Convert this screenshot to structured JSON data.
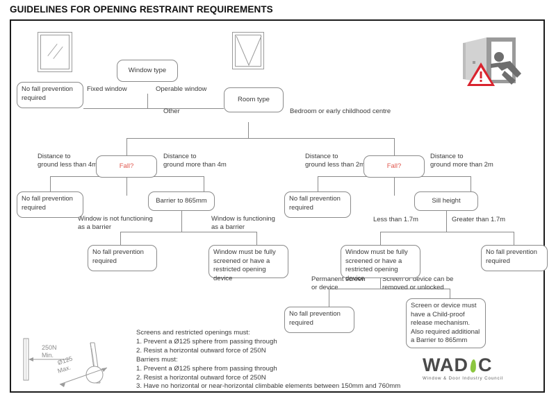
{
  "page_title": "GUIDELINES FOR OPENING RESTRAINT REQUIREMENTS",
  "colors": {
    "fall_text": "#e0584f",
    "node_border": "#8a8a8a",
    "frame_border": "#1b1b1b",
    "logo_green": "#8cc63f",
    "logo_gray": "#4a4a4a",
    "hazard_red": "#d9232e",
    "door_light": "#d2d2d2",
    "door_mid": "#9a9a9a",
    "figure_gray": "#6e6e6e"
  },
  "icons": {
    "fixed_window": "fixed-window-icon",
    "operable_window": "operable-window-icon",
    "hazard": "fall-hazard-icon",
    "force_sketch": "force-250n-sketch",
    "sphere_sketch": "sphere-125-sketch"
  },
  "nodes": {
    "window_type": "Window type",
    "room_type": "Room type",
    "no_fall_1": "No fall prevention\nrequired",
    "fall_left": "Fall?",
    "fall_right": "Fall?",
    "no_fall_2": "No fall prevention\nrequired",
    "barrier_865": "Barrier to 865mm",
    "no_fall_3": "No fall prevention\nrequired",
    "sill_height": "Sill height",
    "no_fall_4": "No fall prevention\nrequired",
    "screened_left": "Window must be fully\nscreened or have a\nrestricted opening device",
    "screened_right": "Window must be fully\nscreened or have a\nrestricted opening device",
    "no_fall_5": "No fall prevention\nrequired",
    "no_fall_6": "No fall prevention\nrequired",
    "child_proof": "Screen or device must\nhave a Child-proof\nrelease mechanism.\nAlso required additional\na Barrier to 865mm"
  },
  "edge_labels": {
    "fixed_window": "Fixed window",
    "operable_window": "Operable window",
    "other": "Other",
    "bedroom": "Bedroom or early childhood centre",
    "dist_less_4m": "Distance to\nground less than 4m",
    "dist_more_4m": "Distance to\nground more than 4m",
    "dist_less_2m": "Distance to\nground less than 2m",
    "dist_more_2m": "Distance to\nground more than 2m",
    "not_barrier": "Window is not functioning\nas a barrier",
    "is_barrier": "Window is functioning\nas a barrier",
    "less_17": "Less than 1.7m",
    "greater_17": "Greater than 1.7m",
    "permanent": "Permanent screen\nor device",
    "removable": "Screen or device can be\nremoved or unlocked"
  },
  "notes": "Screens and restricted openings must:\n1. Prevent a Ø125 sphere from passing through\n2. Resist a horizontal outward force of 250N\nBarriers must:\n1. Prevent a Ø125 sphere from passing through\n2. Resist a horizontal outward force of 250N\n3. Have no horizontal or near-horizontal climbable elements between 150mm and 760mm",
  "sketch_labels": {
    "force": "250N\nMin.",
    "sphere": "Ø125\nMax."
  },
  "logo": {
    "word_a": "WAD",
    "word_b": "C",
    "tagline": "Window & Door Industry Council"
  }
}
